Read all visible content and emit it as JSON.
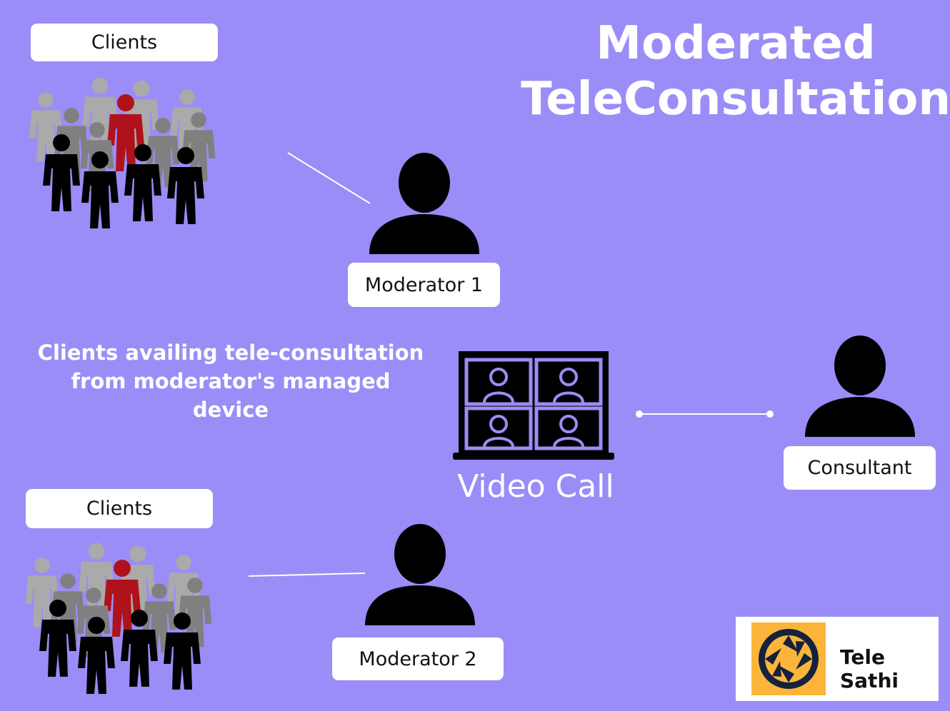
{
  "title": {
    "line1": "Moderated",
    "line2": "TeleConsultation"
  },
  "groups": {
    "top": {
      "label": "Clients",
      "moderator": "Moderator 1"
    },
    "bottom": {
      "label": "Clients",
      "moderator": "Moderator 2"
    }
  },
  "caption": {
    "line1": "Clients availing tele-consultation",
    "line2": "from moderator's managed",
    "line3": "device"
  },
  "video_call": {
    "label": "Video Call"
  },
  "consultant": {
    "label": "Consultant"
  },
  "logo": {
    "text": "Tele Sathi"
  },
  "colors": {
    "background": "#9a8df7",
    "label_bg": "#ffffff",
    "figure_dark": "#000000",
    "figure_light": "#aaaaaa",
    "figure_mid": "#808080",
    "figure_accent": "#b0121b",
    "logo_accent": "#fbb53a",
    "logo_dark": "#16213e"
  },
  "icons": [
    "crowd-icon",
    "person-icon",
    "laptop-video-icon",
    "aperture-logo-icon"
  ]
}
